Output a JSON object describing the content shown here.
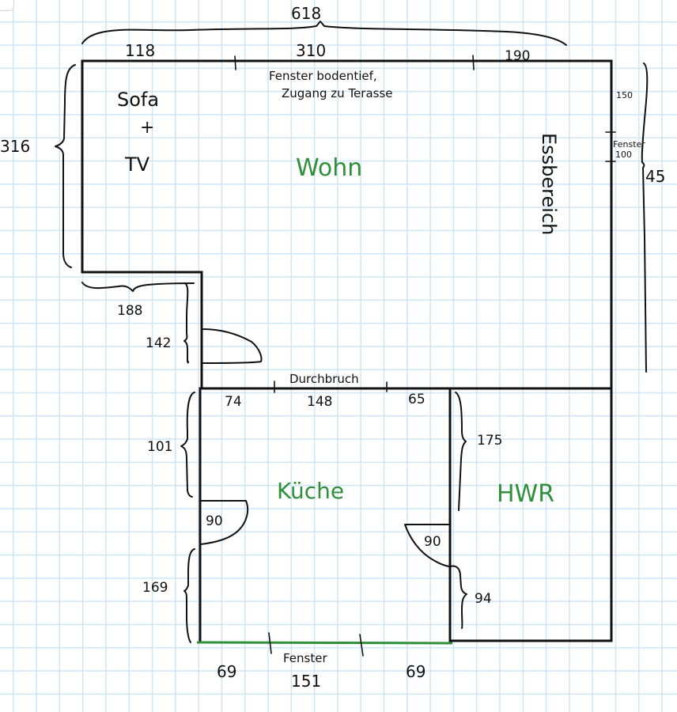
{
  "title": "Floor plan sketch (Grundriss)",
  "colors": {
    "ink": "#111111",
    "room_label": "#2f8f3a",
    "window_highlight": "#2f8f3a",
    "grid": "#cde5f8",
    "paper": "#ffffff"
  },
  "rooms": {
    "living": "Wohn",
    "kitchen": "Küche",
    "utility": "HWR",
    "dining": "Essbereich",
    "sofa_line1": "Sofa",
    "sofa_plus": "+",
    "sofa_line2": "TV"
  },
  "dimensions": {
    "total_width": "618",
    "top_left": "118",
    "top_middle": "310",
    "top_right": "190",
    "left_height": "316",
    "right_height": "45",
    "right_upper": "150",
    "right_window": "100",
    "step_width": "188",
    "step_height": "142",
    "opening_left": "74",
    "opening_middle": "148",
    "opening_right": "65",
    "kitchen_left_upper": "101",
    "kitchen_left_lower": "169",
    "kitchen_door_left": "90",
    "kitchen_door_right": "90",
    "hwr_upper": "175",
    "hwr_lower": "94",
    "bottom_left": "69",
    "bottom_window": "151",
    "bottom_right": "69"
  },
  "notes": {
    "top_window_line1": "Fenster bodentief,",
    "top_window_line2": "Zugang zu Terasse",
    "right_window": "Fenster",
    "opening": "Durchbruch",
    "bottom_window": "Fenster"
  }
}
